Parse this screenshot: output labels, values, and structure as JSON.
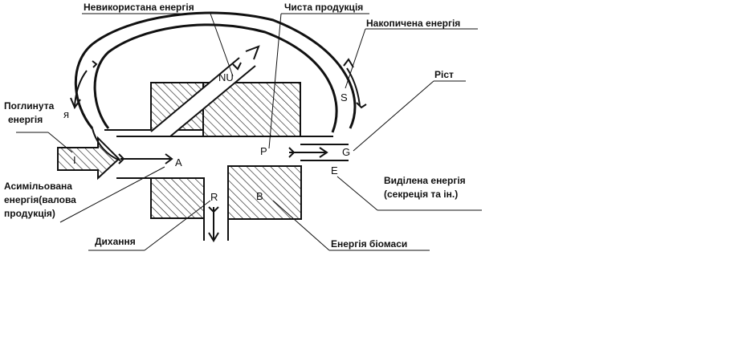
{
  "labels": {
    "unused_energy": "Невикористана енергія",
    "net_production": "Чиста продукція",
    "stored_energy": "Накопичена енергія",
    "growth": "Ріст",
    "absorbed_energy_line1": "Поглинута",
    "absorbed_energy_line2": "енергія",
    "assimilated_line1": "Асимільована",
    "assimilated_line2": "енергія(валова",
    "assimilated_line3": "продукція)",
    "respiration": "Дихання",
    "biomass_energy": "Енергія біомаси",
    "excreted_line1": "Виділена енергія",
    "excreted_line2": "(секреція та ін.)"
  },
  "symbols": {
    "I": "I",
    "A": "A",
    "NU": "NU",
    "P": "P",
    "G": "G",
    "E": "E",
    "S": "S",
    "R": "R",
    "B": "B",
    "ya": "я"
  }
}
